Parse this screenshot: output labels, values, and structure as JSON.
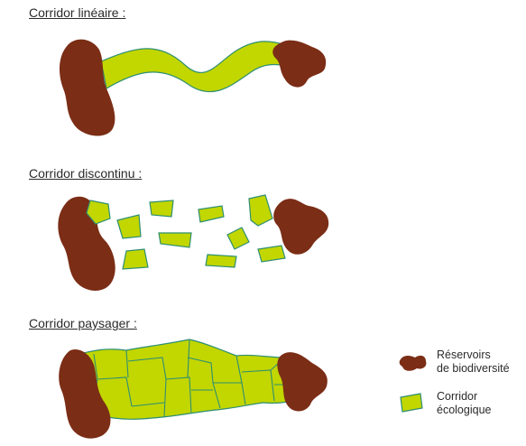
{
  "sections": [
    {
      "title": "Corridor linéaire :"
    },
    {
      "title": "Corridor discontinu :"
    },
    {
      "title": "Corridor paysager :"
    }
  ],
  "legend": {
    "reservoirs_line1": "Réservoirs",
    "reservoirs_line2": "de biodiversité",
    "corridor_line1": "Corridor",
    "corridor_line2": "écologique"
  },
  "colors": {
    "reservoir": "#7b2d16",
    "corridor_fill": "#c2d600",
    "corridor_outline": "#2e8f73"
  }
}
